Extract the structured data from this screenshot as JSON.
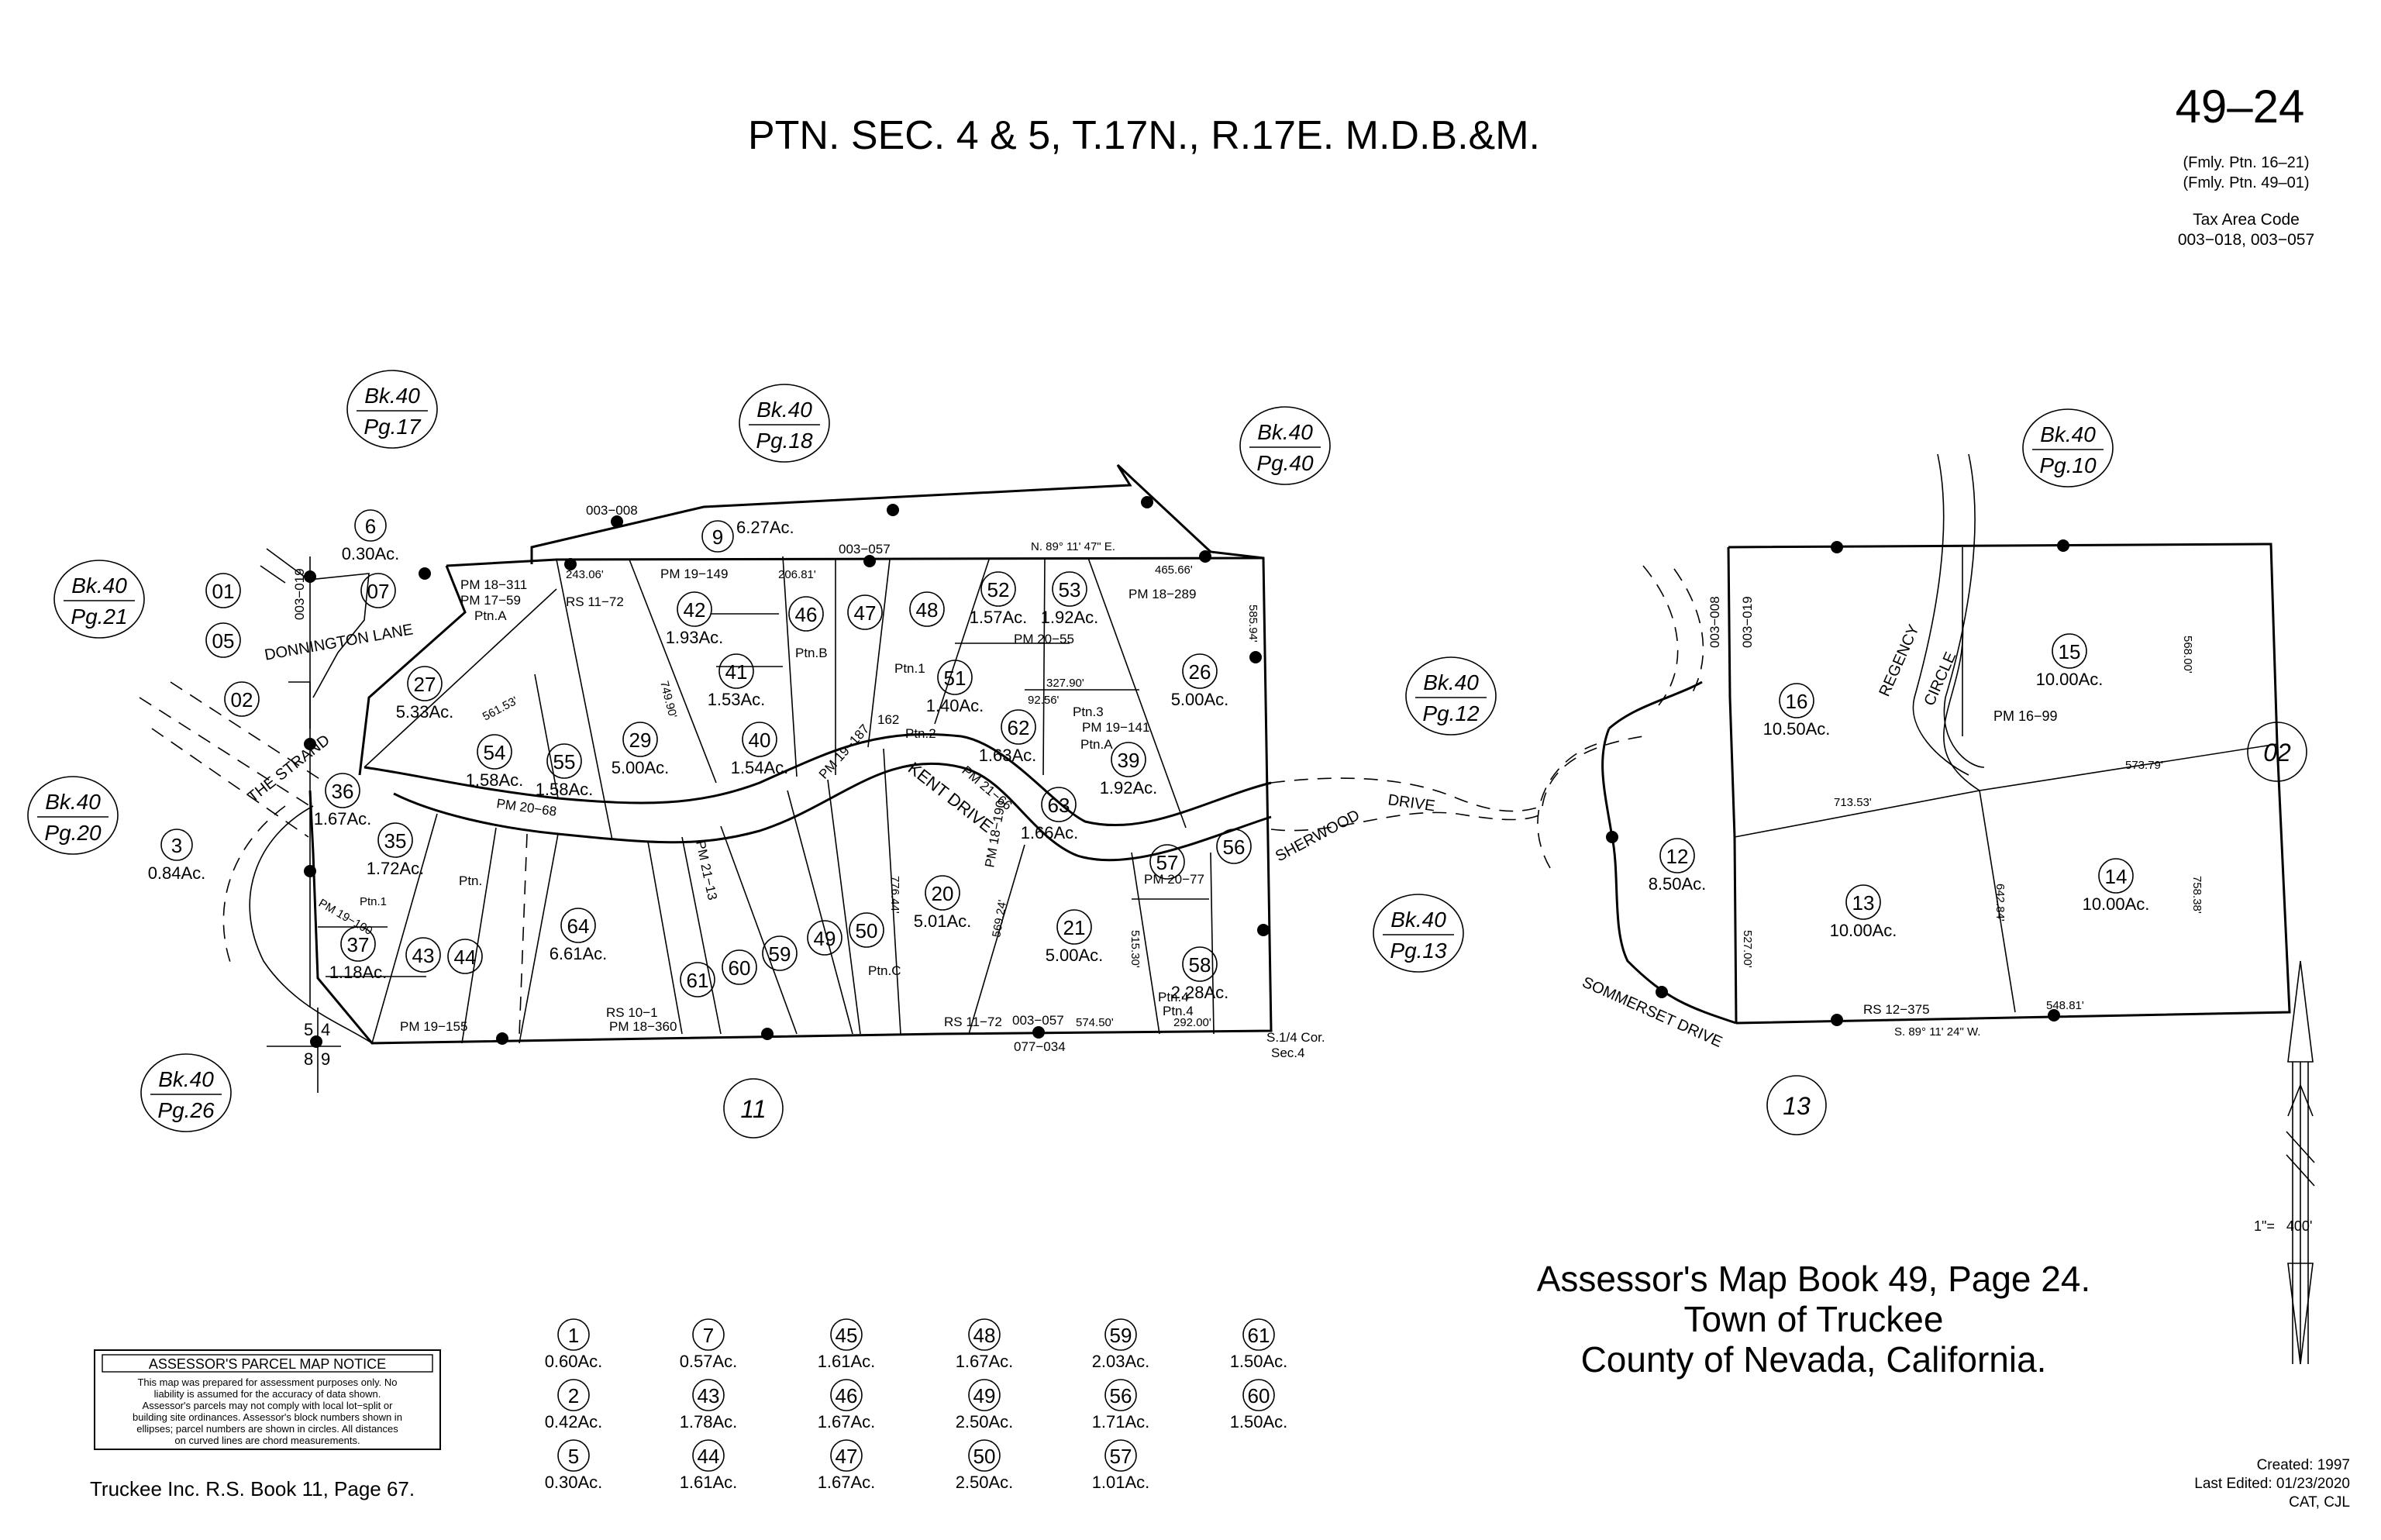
{
  "map": {
    "title": "PTN. SEC. 4 & 5, T.17N., R.17E. M.D.B.&M.",
    "page_number": "49‒24",
    "former_1": "(Fmly. Ptn. 16‒21)",
    "former_2": "(Fmly. Ptn. 49‒01)",
    "tax_area_label": "Tax Area Code",
    "tax_area_codes": "003−018, 003−057",
    "main_title_1": "Assessor's Map Book 49, Page 24.",
    "main_title_2": "Town of Truckee",
    "main_title_3": "County of Nevada, California.",
    "created": "Created: 1997",
    "last_edited": "Last Edited: 01/23/2020",
    "initials": "CAT, CJL",
    "rs_ref": "Truckee Inc. R.S. Book 11, Page 67.",
    "scale": "1\"=   400'"
  },
  "notice": {
    "title": "ASSESSOR'S PARCEL MAP NOTICE",
    "line1": "This map was prepared for assessment purposes only. No",
    "line2": "liability is assumed for the accuracy of data shown.",
    "line3": "Assessor's parcels may not comply with local lot−split or",
    "line4": "building site ordinances. Assessor's block numbers shown in",
    "line5": "ellipses; parcel numbers are shown in circles. All distances",
    "line6": "on curved lines are chord measurements."
  },
  "book_refs": [
    {
      "bk": "Bk.40",
      "pg": "Pg.17"
    },
    {
      "bk": "Bk.40",
      "pg": "Pg.18"
    },
    {
      "bk": "Bk.40",
      "pg": "Pg.40"
    },
    {
      "bk": "Bk.40",
      "pg": "Pg.10"
    },
    {
      "bk": "Bk.40",
      "pg": "Pg.21"
    },
    {
      "bk": "Bk.40",
      "pg": "Pg.20"
    },
    {
      "bk": "Bk.40",
      "pg": "Pg.12"
    },
    {
      "bk": "Bk.40",
      "pg": "Pg.13"
    },
    {
      "bk": "Bk.40",
      "pg": "Pg.26"
    }
  ],
  "blocks": [
    "11",
    "13",
    "02"
  ],
  "streets": {
    "donnington": "DONNINGTON LANE",
    "strand": "THE STRAND",
    "kent": "KENT DRIVE",
    "sherwood": "SHERWOOD",
    "drive": "DRIVE",
    "regency": "REGENCY",
    "circle": "CIRCLE",
    "sommerset": "SOMMERSET DRIVE"
  },
  "parcels": [
    {
      "n": "6",
      "a": "0.30Ac."
    },
    {
      "n": "9",
      "a": "6.27Ac."
    },
    {
      "n": "01",
      "a": ""
    },
    {
      "n": "05",
      "a": ""
    },
    {
      "n": "02",
      "a": ""
    },
    {
      "n": "07",
      "a": ""
    },
    {
      "n": "3",
      "a": "0.84Ac."
    },
    {
      "n": "27",
      "a": "5.33Ac."
    },
    {
      "n": "36",
      "a": "1.67Ac."
    },
    {
      "n": "35",
      "a": "1.72Ac."
    },
    {
      "n": "37",
      "a": "1.18Ac."
    },
    {
      "n": "43",
      "a": ""
    },
    {
      "n": "44",
      "a": ""
    },
    {
      "n": "54",
      "a": "1.58Ac."
    },
    {
      "n": "55",
      "a": "1.58Ac."
    },
    {
      "n": "29",
      "a": "5.00Ac."
    },
    {
      "n": "42",
      "a": "1.93Ac."
    },
    {
      "n": "41",
      "a": "1.53Ac."
    },
    {
      "n": "40",
      "a": "1.54Ac."
    },
    {
      "n": "46",
      "a": ""
    },
    {
      "n": "47",
      "a": ""
    },
    {
      "n": "48",
      "a": ""
    },
    {
      "n": "52",
      "a": "1.57Ac."
    },
    {
      "n": "53",
      "a": "1.92Ac."
    },
    {
      "n": "51",
      "a": "1.40Ac."
    },
    {
      "n": "62",
      "a": "1.63Ac."
    },
    {
      "n": "63",
      "a": "1.66Ac."
    },
    {
      "n": "39",
      "a": "1.92Ac."
    },
    {
      "n": "26",
      "a": "5.00Ac."
    },
    {
      "n": "64",
      "a": "6.61Ac."
    },
    {
      "n": "61",
      "a": ""
    },
    {
      "n": "60",
      "a": ""
    },
    {
      "n": "59",
      "a": ""
    },
    {
      "n": "49",
      "a": ""
    },
    {
      "n": "50",
      "a": ""
    },
    {
      "n": "20",
      "a": "5.01Ac."
    },
    {
      "n": "21",
      "a": "5.00Ac."
    },
    {
      "n": "57",
      "a": ""
    },
    {
      "n": "56",
      "a": ""
    },
    {
      "n": "58",
      "a": "2.28Ac."
    },
    {
      "n": "16",
      "a": "10.50Ac."
    },
    {
      "n": "15",
      "a": "10.00Ac."
    },
    {
      "n": "12",
      "a": "8.50Ac."
    },
    {
      "n": "13",
      "a": "10.00Ac."
    },
    {
      "n": "14",
      "a": "10.00Ac."
    }
  ],
  "legend": [
    {
      "n": "1",
      "a": "0.60Ac."
    },
    {
      "n": "7",
      "a": "0.57Ac."
    },
    {
      "n": "45",
      "a": "1.61Ac."
    },
    {
      "n": "48",
      "a": "1.67Ac."
    },
    {
      "n": "59",
      "a": "2.03Ac."
    },
    {
      "n": "61",
      "a": "1.50Ac."
    },
    {
      "n": "2",
      "a": "0.42Ac."
    },
    {
      "n": "43",
      "a": "1.78Ac."
    },
    {
      "n": "46",
      "a": "1.67Ac."
    },
    {
      "n": "49",
      "a": "2.50Ac."
    },
    {
      "n": "56",
      "a": "1.71Ac."
    },
    {
      "n": "60",
      "a": "1.50Ac."
    },
    {
      "n": "5",
      "a": "0.30Ac."
    },
    {
      "n": "44",
      "a": "1.61Ac."
    },
    {
      "n": "47",
      "a": "1.67Ac."
    },
    {
      "n": "50",
      "a": "2.50Ac."
    },
    {
      "n": "57",
      "a": "1.01Ac."
    }
  ],
  "annotations": [
    "003−008",
    "003−019",
    "003−057",
    "N. 89° 11' 47\" E.",
    "465.66'",
    "585.94'",
    "PM 18−311",
    "PM 17−59",
    "Ptn.A",
    "RS 11−72",
    "PM 19−149",
    "206.81'",
    "243.06'",
    "PM 18−289",
    "PM 20−55",
    "327.90'",
    "Ptn.3",
    "PM 19−141",
    "PM 20−68",
    "PM 19−187",
    "PM 21−13",
    "PM 21−66",
    "PM 18−190",
    "PM 20−77",
    "Ptn.4",
    "RS 10−1",
    "PM 18−360",
    "RS 11−72",
    "003−057",
    "574.50'",
    "077−034",
    "292.00'",
    "S.1/4 Cor.",
    "Sec.4",
    "PM 19−155",
    "PM 19−100",
    "Ptn.1",
    "Ptn.C",
    "Ptn.B",
    "Ptn.2",
    "776.44'",
    "569.24'",
    "515.30'",
    "561.53'",
    "749.90'",
    "PM 16−99",
    "573.79'",
    "713.53'",
    "568.00'",
    "758.38'",
    "642.84'",
    "527.00'",
    "RS 12−375",
    "S. 89° 11' 24\" W.",
    "548.81'",
    "003−008",
    "003−019",
    "5",
    "4",
    "8",
    "9",
    "162",
    "92.56'",
    "Ptn.A",
    "Ptn.1",
    "Ptn.",
    "Ptn.4"
  ]
}
